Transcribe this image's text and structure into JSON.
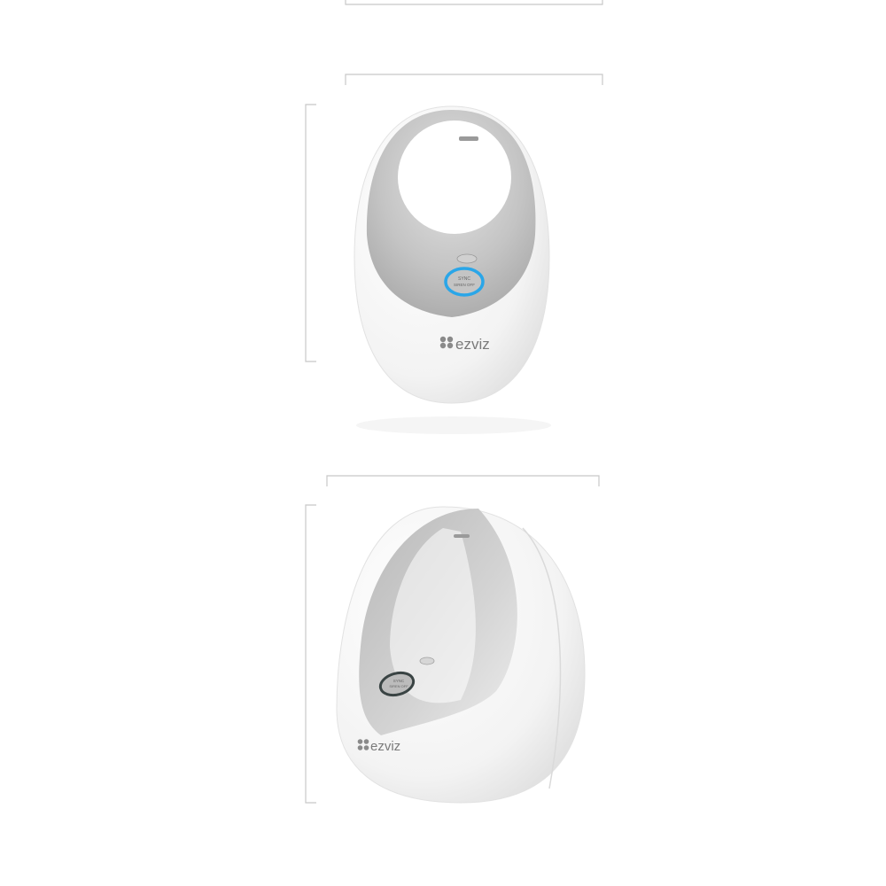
{
  "product": {
    "brand": "ezviz",
    "front_view": {
      "button_text_top": "SYNC",
      "button_text_bottom": "SIREN OFF",
      "button_ring_color": "#2aa6e8"
    },
    "side_view": {
      "button_text_top": "SYNC",
      "button_text_bottom": "SIREN OFF",
      "button_ring_color": "#3a4444"
    }
  },
  "colors": {
    "dimension_line": "#c8c8c8",
    "shell": "#f4f4f4",
    "inner": "#bdbdbd"
  }
}
